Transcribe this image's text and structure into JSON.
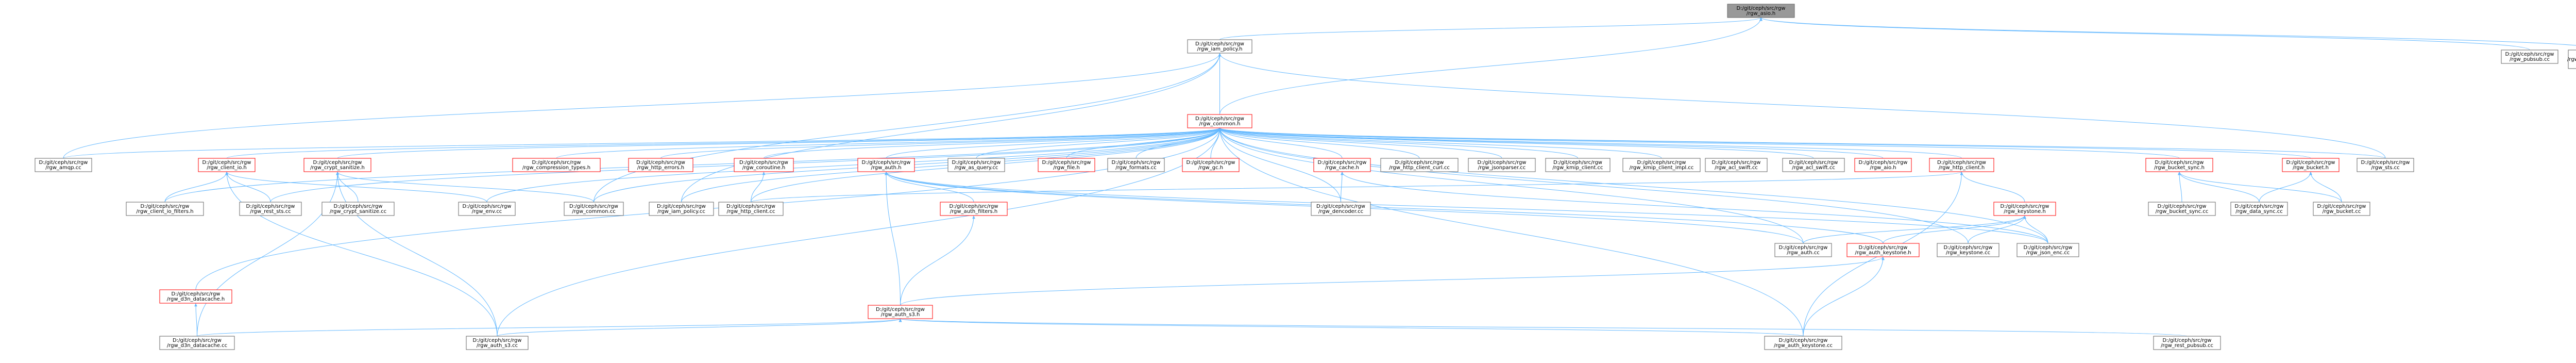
{
  "colors": {
    "normal_fill": "#ffffff",
    "normal_stroke": "#666666",
    "root_fill": "#999999",
    "root_stroke": "#666666",
    "truncated_stroke": "#ff0000",
    "edge": "#63b8ff"
  },
  "nodes": [
    {
      "id": "root",
      "l1": "D:/git/ceph/src/rgw",
      "l2": "/rgw_asio.h",
      "style": "root"
    },
    {
      "id": "iam_policy_h",
      "l1": "D:/git/ceph/src/rgw",
      "l2": "/rgw_iam_policy.h",
      "style": "normal"
    },
    {
      "id": "pubsub_cc",
      "l1": "D:/git/ceph/src/rgw",
      "l2": "/rgw_pubsub.cc",
      "style": "normal"
    },
    {
      "id": "sync_module_pubsub_rest_cc",
      "l1": "D:/git/ceph/src/rgw",
      "l2": "/rgw_sync_module_pubsub",
      "l3": "_rest.cc",
      "style": "normal"
    },
    {
      "id": "common_h",
      "l1": "D:/git/ceph/src/rgw",
      "l2": "/rgw_common.h",
      "style": "truncated"
    },
    {
      "id": "amqp_cc",
      "l1": "D:/git/ceph/src/rgw",
      "l2": "/rgw_amqp.cc",
      "style": "normal"
    },
    {
      "id": "client_io_h",
      "l1": "D:/git/ceph/src/rgw",
      "l2": "/rgw_client_io.h",
      "style": "truncated"
    },
    {
      "id": "crypt_sanitize_h",
      "l1": "D:/git/ceph/src/rgw",
      "l2": "/rgw_crypt_sanitize.h",
      "style": "truncated"
    },
    {
      "id": "compression_types_h",
      "l1": "D:/git/ceph/src/rgw",
      "l2": "/rgw_compression_types.h",
      "style": "truncated"
    },
    {
      "id": "http_errors_h",
      "l1": "D:/git/ceph/src/rgw",
      "l2": "/rgw_http_errors.h",
      "style": "truncated"
    },
    {
      "id": "coroutine_h",
      "l1": "D:/git/ceph/src/rgw",
      "l2": "/rgw_coroutine.h",
      "style": "truncated"
    },
    {
      "id": "auth_h",
      "l1": "D:/git/ceph/src/rgw",
      "l2": "/rgw_auth.h",
      "style": "truncated"
    },
    {
      "id": "acl_swift_cc",
      "l1": "D:/git/ceph/src/rgw",
      "l2": "/rgw_acl_swift.cc",
      "style": "normal"
    },
    {
      "id": "file_h",
      "l1": "D:/git/ceph/src/rgw",
      "l2": "/rgw_file.h",
      "style": "truncated"
    },
    {
      "id": "formats_cc",
      "l1": "D:/git/ceph/src/rgw",
      "l2": "/rgw_formats.cc",
      "style": "normal"
    },
    {
      "id": "gc_h",
      "l1": "D:/git/ceph/src/rgw",
      "l2": "/rgw_gc.h",
      "style": "truncated"
    },
    {
      "id": "cache_h",
      "l1": "D:/git/ceph/src/rgw",
      "l2": "/rgw_cache.h",
      "style": "truncated"
    },
    {
      "id": "http_client_curl_cc",
      "l1": "D:/git/ceph/src/rgw",
      "l2": "/rgw_http_client_curl.cc",
      "style": "normal"
    },
    {
      "id": "jsonparser_cc",
      "l1": "D:/git/ceph/src/rgw",
      "l2": "/rgw_jsonparser.cc",
      "style": "normal"
    },
    {
      "id": "kmip_client_cc",
      "l1": "D:/git/ceph/src/rgw",
      "l2": "/rgw_kmip_client.cc",
      "style": "normal"
    },
    {
      "id": "kmip_client_impl_cc",
      "l1": "D:/git/ceph/src/rgw",
      "l2": "/rgw_kmip_client_impl.cc",
      "style": "normal"
    },
    {
      "id": "acl_swift_cc2",
      "l1": "D:/git/ceph/src/rgw",
      "l2": "/rgw_acl_swift.cc",
      "style": "normal"
    },
    {
      "id": "aio_h",
      "l1": "D:/git/ceph/src/rgw",
      "l2": "/rgw_aio.h",
      "style": "truncated"
    },
    {
      "id": "http_client_h",
      "l1": "D:/git/ceph/src/rgw",
      "l2": "/rgw_http_client.h",
      "style": "truncated"
    },
    {
      "id": "bucket_sync_h",
      "l1": "D:/git/ceph/src/rgw",
      "l2": "/rgw_bucket_sync.h",
      "style": "truncated"
    },
    {
      "id": "bucket_h",
      "l1": "D:/git/ceph/src/rgw",
      "l2": "/rgw_bucket.h",
      "style": "truncated"
    },
    {
      "id": "sts_cc",
      "l1": "D:/git/ceph/src/rgw",
      "l2": "/rgw_sts.cc",
      "style": "normal"
    },
    {
      "id": "as_query_cc",
      "l1": "D:/git/ceph/src/rgw",
      "l2": "/rgw_as_query.cc",
      "style": "normal"
    },
    {
      "id": "client_io_filters_h",
      "l1": "D:/git/ceph/src/rgw",
      "l2": "/rgw_client_io_filters.h",
      "style": "normal"
    },
    {
      "id": "rest_sts_cc",
      "l1": "D:/git/ceph/src/rgw",
      "l2": "/rgw_rest_sts.cc",
      "style": "normal"
    },
    {
      "id": "crypt_sanitize_cc",
      "l1": "D:/git/ceph/src/rgw",
      "l2": "/rgw_crypt_sanitize.cc",
      "style": "normal"
    },
    {
      "id": "env_cc",
      "l1": "D:/git/ceph/src/rgw",
      "l2": "/rgw_env.cc",
      "style": "normal"
    },
    {
      "id": "common_cc",
      "l1": "D:/git/ceph/src/rgw",
      "l2": "/rgw_common.cc",
      "style": "normal"
    },
    {
      "id": "iam_policy_cc",
      "l1": "D:/git/ceph/src/rgw",
      "l2": "/rgw_iam_policy.cc",
      "style": "normal"
    },
    {
      "id": "http_client_cc",
      "l1": "D:/git/ceph/src/rgw",
      "l2": "/rgw_http_client.cc",
      "style": "normal"
    },
    {
      "id": "auth_filters_h",
      "l1": "D:/git/ceph/src/rgw",
      "l2": "/rgw_auth_filters.h",
      "style": "truncated"
    },
    {
      "id": "dencoder_cc",
      "l1": "D:/git/ceph/src/rgw",
      "l2": "/rgw_dencoder.cc",
      "style": "normal"
    },
    {
      "id": "keystone_h",
      "l1": "D:/git/ceph/src/rgw",
      "l2": "/rgw_keystone.h",
      "style": "truncated"
    },
    {
      "id": "bucket_sync_cc",
      "l1": "D:/git/ceph/src/rgw",
      "l2": "/rgw_bucket_sync.cc",
      "style": "normal"
    },
    {
      "id": "data_sync_cc",
      "l1": "D:/git/ceph/src/rgw",
      "l2": "/rgw_data_sync.cc",
      "style": "normal"
    },
    {
      "id": "bucket_cc",
      "l1": "D:/git/ceph/src/rgw",
      "l2": "/rgw_bucket.cc",
      "style": "normal"
    },
    {
      "id": "auth_cc",
      "l1": "D:/git/ceph/src/rgw",
      "l2": "/rgw_auth.cc",
      "style": "normal"
    },
    {
      "id": "auth_keystone_h",
      "l1": "D:/git/ceph/src/rgw",
      "l2": "/rgw_auth_keystone.h",
      "style": "truncated"
    },
    {
      "id": "keystone_cc",
      "l1": "D:/git/ceph/src/rgw",
      "l2": "/rgw_keystone.cc",
      "style": "normal"
    },
    {
      "id": "json_enc_cc",
      "l1": "D:/git/ceph/src/rgw",
      "l2": "/rgw_json_enc.cc",
      "style": "normal"
    },
    {
      "id": "d3n_datacache_h",
      "l1": "D:/git/ceph/src/rgw",
      "l2": "/rgw_d3n_datacache.h",
      "style": "truncated"
    },
    {
      "id": "auth_s3_h",
      "l1": "D:/git/ceph/src/rgw",
      "l2": "/rgw_auth_s3.h",
      "style": "truncated"
    },
    {
      "id": "d3n_datacache_cc",
      "l1": "D:/git/ceph/src/rgw",
      "l2": "/rgw_d3n_datacache.cc",
      "style": "normal"
    },
    {
      "id": "auth_s3_cc",
      "l1": "D:/git/ceph/src/rgw",
      "l2": "/rgw_auth_s3.cc",
      "style": "normal"
    },
    {
      "id": "auth_keystone_cc",
      "l1": "D:/git/ceph/src/rgw",
      "l2": "/rgw_auth_keystone.cc",
      "style": "normal"
    },
    {
      "id": "rest_pubsub_cc",
      "l1": "D:/git/ceph/src/rgw",
      "l2": "/rgw_rest_pubsub.cc",
      "style": "normal"
    }
  ],
  "edges": [
    [
      "iam_policy_h",
      "root"
    ],
    [
      "pubsub_cc",
      "root"
    ],
    [
      "sync_module_pubsub_rest_cc",
      "root"
    ],
    [
      "common_h",
      "root"
    ],
    [
      "common_h",
      "iam_policy_h"
    ],
    [
      "amqp_cc",
      "iam_policy_h"
    ],
    [
      "sts_cc",
      "iam_policy_h"
    ],
    [
      "common_cc",
      "iam_policy_h"
    ],
    [
      "iam_policy_cc",
      "iam_policy_h"
    ],
    [
      "amqp_cc",
      "common_h"
    ],
    [
      "client_io_h",
      "common_h"
    ],
    [
      "crypt_sanitize_h",
      "common_h"
    ],
    [
      "compression_types_h",
      "common_h"
    ],
    [
      "http_errors_h",
      "common_h"
    ],
    [
      "coroutine_h",
      "common_h"
    ],
    [
      "auth_h",
      "common_h"
    ],
    [
      "as_query_cc",
      "common_h"
    ],
    [
      "file_h",
      "common_h"
    ],
    [
      "formats_cc",
      "common_h"
    ],
    [
      "gc_h",
      "common_h"
    ],
    [
      "cache_h",
      "common_h"
    ],
    [
      "http_client_curl_cc",
      "common_h"
    ],
    [
      "jsonparser_cc",
      "common_h"
    ],
    [
      "kmip_client_cc",
      "common_h"
    ],
    [
      "kmip_client_impl_cc",
      "common_h"
    ],
    [
      "acl_swift_cc2",
      "common_h"
    ],
    [
      "aio_h",
      "common_h"
    ],
    [
      "http_client_h",
      "common_h"
    ],
    [
      "bucket_sync_h",
      "common_h"
    ],
    [
      "bucket_h",
      "common_h"
    ],
    [
      "sts_cc",
      "common_h"
    ],
    [
      "client_io_filters_h",
      "common_h"
    ],
    [
      "rest_sts_cc",
      "common_h"
    ],
    [
      "env_cc",
      "common_h"
    ],
    [
      "common_cc",
      "common_h"
    ],
    [
      "iam_policy_cc",
      "common_h"
    ],
    [
      "http_client_cc",
      "common_h"
    ],
    [
      "dencoder_cc",
      "common_h"
    ],
    [
      "auth_cc",
      "common_h"
    ],
    [
      "json_enc_cc",
      "common_h"
    ],
    [
      "d3n_datacache_h",
      "common_h"
    ],
    [
      "auth_s3_cc",
      "common_h"
    ],
    [
      "auth_keystone_cc",
      "common_h"
    ],
    [
      "keystone_cc",
      "common_h"
    ],
    [
      "client_io_filters_h",
      "client_io_h"
    ],
    [
      "rest_sts_cc",
      "client_io_h"
    ],
    [
      "env_cc",
      "client_io_h"
    ],
    [
      "auth_s3_cc",
      "client_io_h"
    ],
    [
      "crypt_sanitize_cc",
      "crypt_sanitize_h"
    ],
    [
      "common_cc",
      "crypt_sanitize_h"
    ],
    [
      "auth_s3_cc",
      "crypt_sanitize_h"
    ],
    [
      "d3n_datacache_cc",
      "crypt_sanitize_h"
    ],
    [
      "http_client_cc",
      "coroutine_h"
    ],
    [
      "auth_filters_h",
      "auth_h"
    ],
    [
      "auth_cc",
      "auth_h"
    ],
    [
      "auth_s3_h",
      "auth_h"
    ],
    [
      "auth_keystone_h",
      "auth_h"
    ],
    [
      "json_enc_cc",
      "auth_h"
    ],
    [
      "dencoder_cc",
      "cache_h"
    ],
    [
      "json_enc_cc",
      "cache_h"
    ],
    [
      "keystone_h",
      "http_client_h"
    ],
    [
      "http_client_cc",
      "http_client_h"
    ],
    [
      "auth_keystone_cc",
      "http_client_h"
    ],
    [
      "bucket_sync_cc",
      "bucket_sync_h"
    ],
    [
      "data_sync_cc",
      "bucket_sync_h"
    ],
    [
      "bucket_cc",
      "bucket_sync_h"
    ],
    [
      "bucket_cc",
      "bucket_h"
    ],
    [
      "data_sync_cc",
      "bucket_h"
    ],
    [
      "auth_cc",
      "keystone_h"
    ],
    [
      "auth_keystone_h",
      "keystone_h"
    ],
    [
      "keystone_cc",
      "keystone_h"
    ],
    [
      "json_enc_cc",
      "keystone_h"
    ],
    [
      "auth_s3_h",
      "auth_filters_h"
    ],
    [
      "auth_s3_h",
      "auth_keystone_h"
    ],
    [
      "auth_keystone_cc",
      "auth_keystone_h"
    ],
    [
      "d3n_datacache_cc",
      "d3n_datacache_h"
    ],
    [
      "d3n_datacache_cc",
      "auth_s3_h"
    ],
    [
      "auth_s3_cc",
      "auth_s3_h"
    ],
    [
      "auth_keystone_cc",
      "auth_s3_h"
    ],
    [
      "rest_pubsub_cc",
      "auth_s3_h"
    ]
  ]
}
